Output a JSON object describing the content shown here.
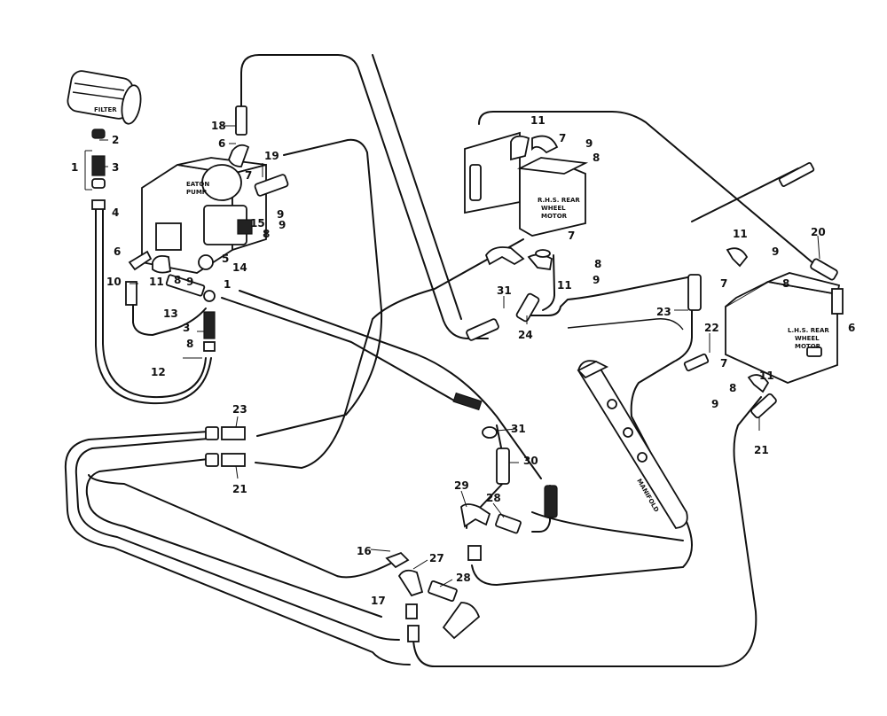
{
  "components": {
    "filter": "FILTER",
    "eaton_pump": [
      "EATON",
      "PUMP"
    ],
    "rhs_motor": [
      "R.H.S. REAR",
      "WHEEL",
      "MOTOR"
    ],
    "lhs_motor": [
      "L.H.S. REAR",
      "WHEEL",
      "MOTOR"
    ],
    "manifold": "MANIFOLD"
  },
  "labels": {
    "n1": "1",
    "n1b": "1",
    "n2": "2",
    "n3": "3",
    "n3b": "3",
    "n4": "4",
    "n5": "5",
    "n6a": "6",
    "n6b": "6",
    "n6c": "6",
    "n7a": "7",
    "n7b": "7",
    "n7c": "7",
    "n7d": "7",
    "n7e": "7",
    "n8a": "8",
    "n8b": "8",
    "n8c": "8",
    "n8d": "8",
    "n8e": "8",
    "n8f": "8",
    "n8g": "8",
    "n9a": "9",
    "n9b": "9",
    "n9c": "9",
    "n9d": "9",
    "n9e": "9",
    "n9f": "9",
    "n9g": "9",
    "n10": "10",
    "n11a": "11",
    "n11b": "11",
    "n11c": "11",
    "n11d": "11",
    "n11e": "11",
    "n12": "12",
    "n13": "13",
    "n14": "14",
    "n15": "15",
    "n16": "16",
    "n17": "17",
    "n18": "18",
    "n19": "19",
    "n20": "20",
    "n21a": "21",
    "n21b": "21",
    "n22": "22",
    "n23a": "23",
    "n23b": "23",
    "n24": "24",
    "n27": "27",
    "n28a": "28",
    "n28b": "28",
    "n29": "29",
    "n30": "30",
    "n31a": "31",
    "n31b": "31"
  }
}
